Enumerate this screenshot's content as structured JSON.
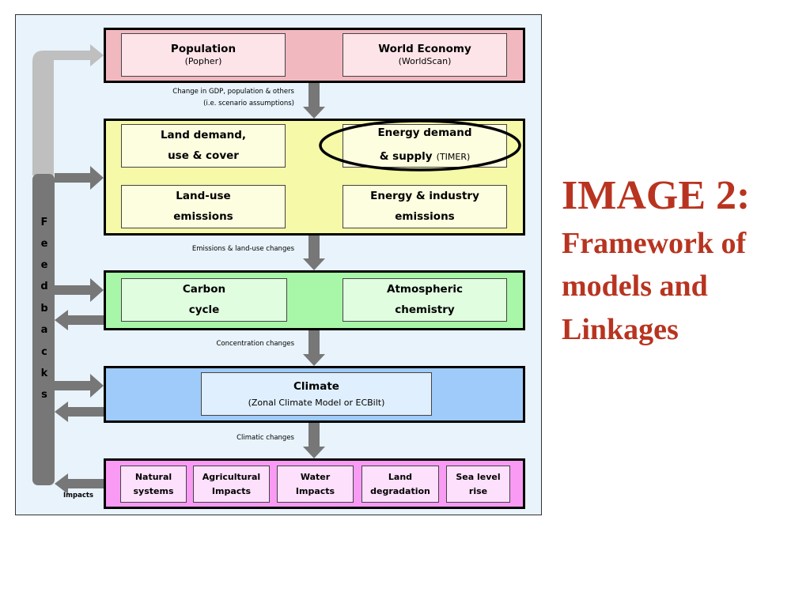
{
  "colors": {
    "title": "#b83420",
    "drivers_layer": "#f2b8c0",
    "land_energy_layer": "#f5f9a8",
    "carbon_layer": "#a8f7a8",
    "climate_layer": "#9ecbfa",
    "impacts_layer": "#f99af4",
    "arrow_dark": "#777777",
    "arrow_light": "#bfbfbf"
  },
  "title": {
    "line1": "IMAGE 2:",
    "line2": "Framework of",
    "line3": "models and",
    "line4": "Linkages"
  },
  "layers": {
    "drivers": {
      "population": {
        "title": "Population",
        "sub": "(Popher)"
      },
      "economy": {
        "title": "World Economy",
        "sub": "(WorldScan)"
      }
    },
    "land_energy": {
      "land_demand": {
        "line1": "Land demand,",
        "line2": "use & cover"
      },
      "energy_demand": {
        "line1": "Energy demand",
        "line2": "& supply",
        "sub": "(TIMER)"
      },
      "land_use_emissions": {
        "line1": "Land-use",
        "line2": "emissions"
      },
      "energy_industry": {
        "line1": "Energy & industry",
        "line2": "emissions"
      }
    },
    "carbon": {
      "carbon_cycle": {
        "line1": "Carbon",
        "line2": "cycle"
      },
      "atmospheric": {
        "line1": "Atmospheric",
        "line2": "chemistry"
      }
    },
    "climate": {
      "climate": {
        "title": "Climate",
        "sub": "(Zonal Climate Model or ECBilt)"
      }
    },
    "impacts": {
      "natural": {
        "line1": "Natural",
        "line2": "systems"
      },
      "agricultural": {
        "line1": "Agricultural",
        "line2": "Impacts"
      },
      "water": {
        "line1": "Water",
        "line2": "Impacts"
      },
      "land_degradation": {
        "line1": "Land",
        "line2": "degradation"
      },
      "sea_level": {
        "line1": "Sea level",
        "line2": "rise"
      }
    }
  },
  "links": {
    "gdp_line1": "Change in GDP, population & others",
    "gdp_line2": "(i.e. scenario assumptions)",
    "emissions": "Emissions & land-use changes",
    "concentration": "Concentration changes",
    "climatic": "Climatic changes",
    "impacts": "Impacts"
  },
  "feedbacks": [
    "F",
    "e",
    "e",
    "d",
    "b",
    "a",
    "c",
    "k",
    "s"
  ]
}
